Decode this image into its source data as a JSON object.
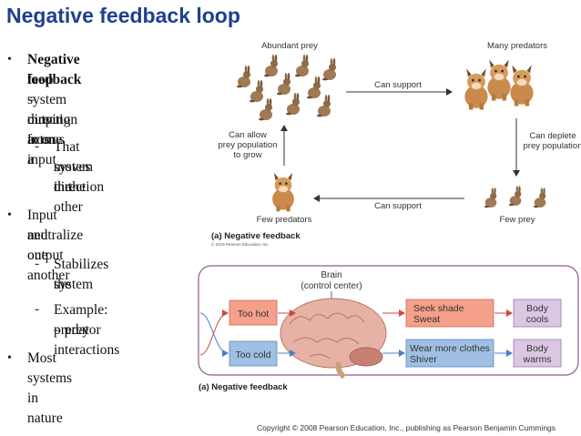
{
  "slide": {
    "title": "Negative feedback loop"
  },
  "bullets": {
    "b1_bold_1": "Negative feedback",
    "b1_bold_2": "loop",
    "b1_rest_1": " = output from a",
    "b1_rest_2": "system moving in one",
    "b1_rest_3": "direction acts as input",
    "sub1_1": "That moves the",
    "sub1_2": "system in the other",
    "sub1_3": "direction",
    "b2_1": "Input and output",
    "b2_2": "neutralize one another",
    "sub2_1": "Stabilizes the",
    "sub2_2": "system",
    "sub3_1": "Example: predator",
    "sub3_2": "– prey interactions",
    "b3_1": "Most systems in nature"
  },
  "diagram_top": {
    "abundant_prey": "Abundant prey",
    "many_predators": "Many predators",
    "can_support_top": "Can support",
    "can_support_bottom": "Can support",
    "left_1": "Can allow",
    "left_2": "prey population",
    "left_3": "to grow",
    "right_1": "Can deplete",
    "right_2": "prey population",
    "few_predators": "Few predators",
    "few_prey": "Few prey",
    "caption": "(a) Negative feedback",
    "credit": "© 2019 Pearson Education, Inc."
  },
  "diagram_bottom": {
    "brain_1": "Brain",
    "brain_2": "(control center)",
    "too_hot": "Too hot",
    "too_cold": "Too cold",
    "seek_1": "Seek shade",
    "seek_2": "Sweat",
    "wear_1": "Wear more clothes",
    "wear_2": "Shiver",
    "body_cools_1": "Body",
    "body_cools_2": "cools",
    "body_warms_1": "Body",
    "body_warms_2": "warms",
    "caption": "(a) Negative feedback"
  },
  "footer": {
    "copyright": "Copyright © 2008 Pearson Education, Inc., publishing as Pearson Benjamin Cummings"
  },
  "colors": {
    "title": "#1f3f8f",
    "red_box": "#f4a08a",
    "blue_box": "#9fc0e4",
    "purple_box": "#dbc6e3",
    "frame": "#8a5c8c",
    "red_arrow": "#d0473f",
    "blue_arrow": "#4a7fc0"
  }
}
